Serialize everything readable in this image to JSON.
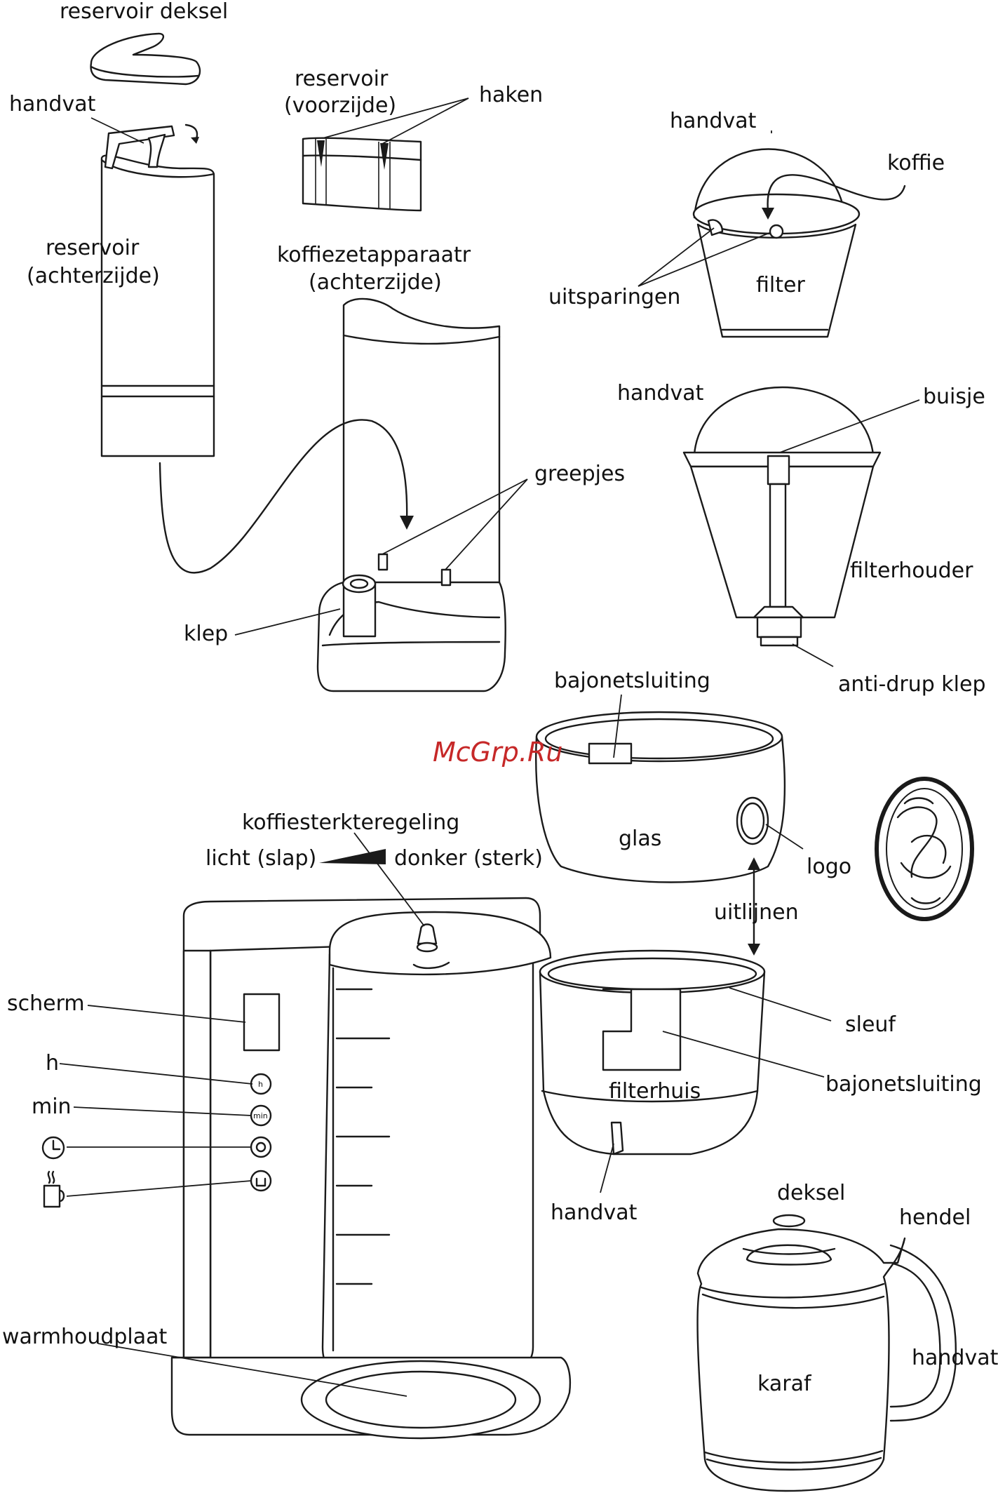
{
  "labels": {
    "reservoir_deksel": "reservoir deksel",
    "handvat_reservoir": "handvat",
    "reservoir_voorzijde_1": "reservoir",
    "reservoir_voorzijde_2": "(voorzijde)",
    "haken": "haken",
    "reservoir_achterzijde_1": "reservoir",
    "reservoir_achterzijde_2": "(achterzijde)",
    "koffiezetapparaat_1": "koffiezetapparaatr",
    "koffiezetapparaat_2": "(achterzijde)",
    "greepjes": "greepjes",
    "klep": "klep",
    "handvat_filter": "handvat",
    "koffie": "koffie",
    "uitsparingen": "uitsparingen",
    "filter": "filter",
    "handvat_filterhouder": "handvat",
    "buisje": "buisje",
    "filterhouder": "filterhouder",
    "anti_drup_klep": "anti-drup klep",
    "bajonetsluiting_top": "bajonetsluiting",
    "glas": "glas",
    "logo": "logo",
    "uitlijnen": "uitlijnen",
    "sleuf": "sleuf",
    "bajonetsluiting_side": "bajonetsluiting",
    "filterhuis": "filterhuis",
    "handvat_filterhuis": "handvat",
    "koffiesterkteregeling": "koffiesterkteregeling",
    "licht": "licht (slap)",
    "donker": "donker (sterk)",
    "scherm": "scherm",
    "h": "h",
    "min": "min",
    "warmhoudplaat": "warmhoudplaat",
    "deksel": "deksel",
    "hendel": "hendel",
    "handvat_karaf": "handvat",
    "karaf": "karaf"
  },
  "buttons": {
    "h": "h",
    "min": "min"
  },
  "watermark": "McGrp.Ru"
}
